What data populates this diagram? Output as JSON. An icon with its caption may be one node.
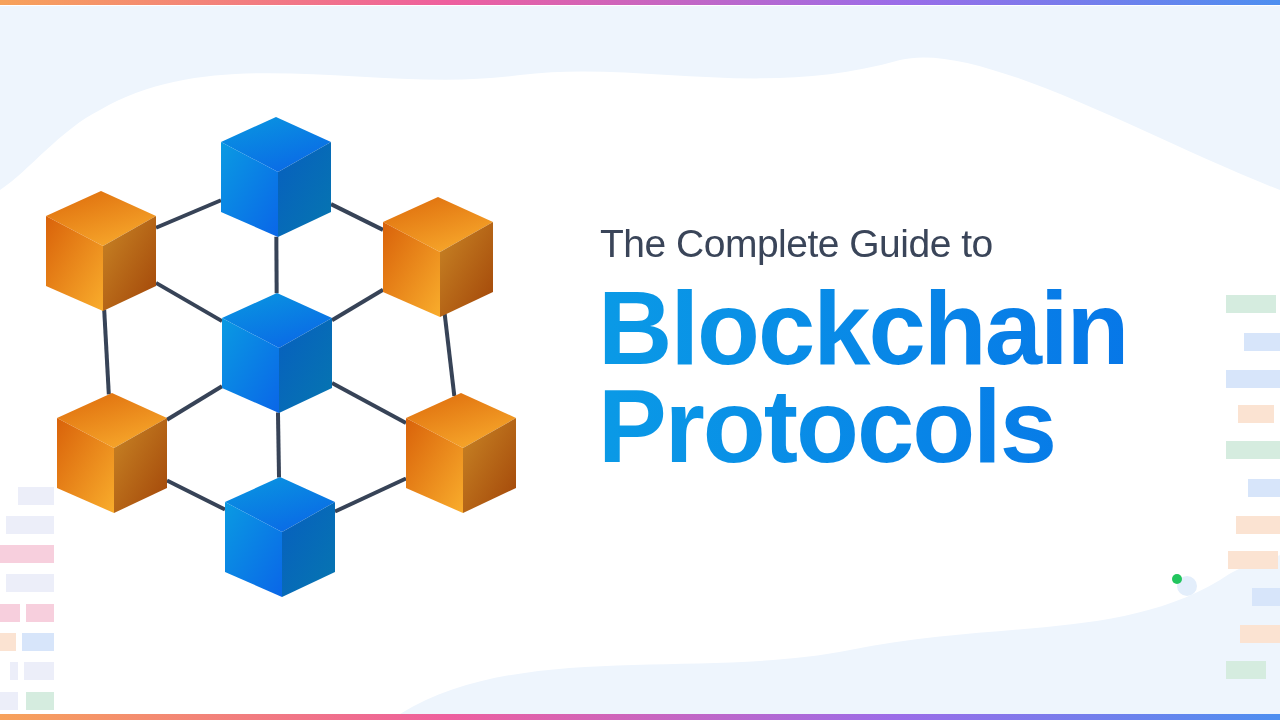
{
  "diagram": {
    "title": "Blockchain Protocols",
    "nodes": [
      {
        "text": [],
        "shape": "cube"
      },
      {
        "text": [],
        "shape": "cube"
      },
      {
        "text": [],
        "shape": "cube"
      },
      {
        "text": [],
        "shape": "cube"
      },
      {
        "text": [],
        "shape": "cube"
      },
      {
        "text": [],
        "shape": "cube"
      },
      {
        "text": [],
        "shape": "cube"
      }
    ],
    "edges": [
      {
        "from": 0,
        "to": 1,
        "arrow": "none"
      },
      {
        "from": 0,
        "to": 2,
        "arrow": "none"
      },
      {
        "from": 0,
        "to": 3,
        "arrow": "none"
      },
      {
        "from": 1,
        "to": 3,
        "arrow": "none"
      },
      {
        "from": 2,
        "to": 3,
        "arrow": "none"
      },
      {
        "from": 1,
        "to": 4,
        "arrow": "none"
      },
      {
        "from": 2,
        "to": 5,
        "arrow": "none"
      },
      {
        "from": 3,
        "to": 4,
        "arrow": "none"
      },
      {
        "from": 3,
        "to": 5,
        "arrow": "none"
      },
      {
        "from": 3,
        "to": 6,
        "arrow": "none"
      },
      {
        "from": 4,
        "to": 6,
        "arrow": "none"
      },
      {
        "from": 5,
        "to": 6,
        "arrow": "none"
      }
    ],
    "labels": [
      "The Complete Guide to"
    ]
  }
}
